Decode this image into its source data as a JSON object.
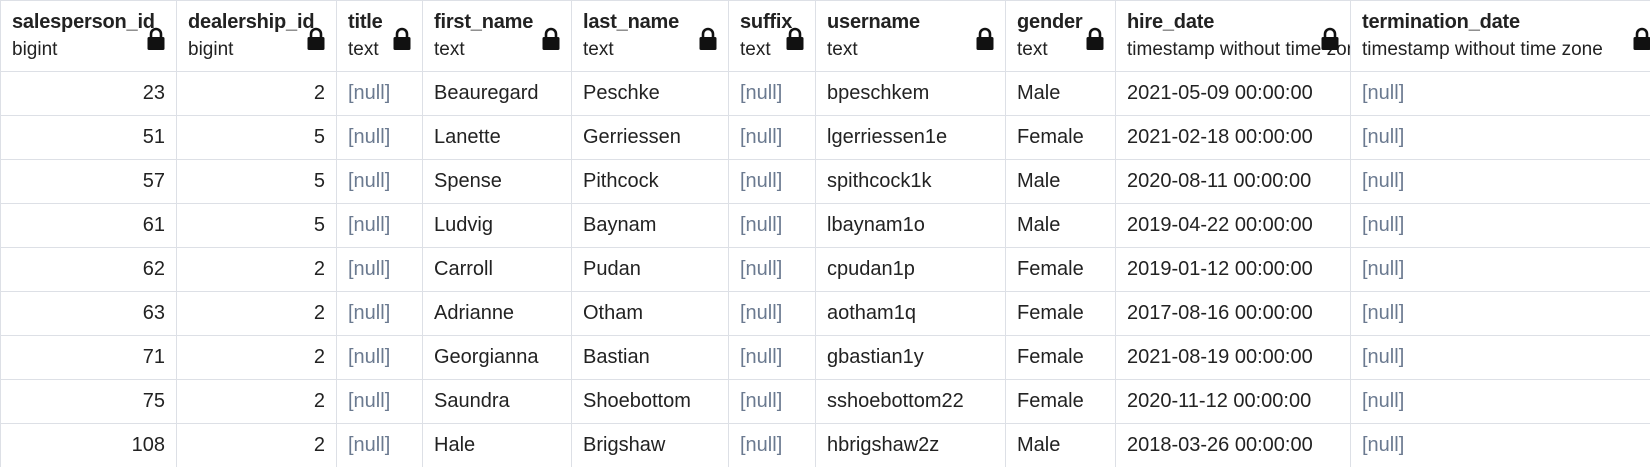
{
  "columns": [
    {
      "name": "salesperson_id",
      "type": "bigint",
      "align": "right"
    },
    {
      "name": "dealership_id",
      "type": "bigint",
      "align": "right"
    },
    {
      "name": "title",
      "type": "text",
      "align": "left"
    },
    {
      "name": "first_name",
      "type": "text",
      "align": "left"
    },
    {
      "name": "last_name",
      "type": "text",
      "align": "left"
    },
    {
      "name": "suffix",
      "type": "text",
      "align": "left"
    },
    {
      "name": "username",
      "type": "text",
      "align": "left"
    },
    {
      "name": "gender",
      "type": "text",
      "align": "left"
    },
    {
      "name": "hire_date",
      "type": "timestamp without time zone",
      "align": "left"
    },
    {
      "name": "termination_date",
      "type": "timestamp without time zone",
      "align": "left"
    }
  ],
  "rows": [
    [
      "23",
      "2",
      "[null]",
      "Beauregard",
      "Peschke",
      "[null]",
      "bpeschkem",
      "Male",
      "2021-05-09 00:00:00",
      "[null]"
    ],
    [
      "51",
      "5",
      "[null]",
      "Lanette",
      "Gerriessen",
      "[null]",
      "lgerriessen1e",
      "Female",
      "2021-02-18 00:00:00",
      "[null]"
    ],
    [
      "57",
      "5",
      "[null]",
      "Spense",
      "Pithcock",
      "[null]",
      "spithcock1k",
      "Male",
      "2020-08-11 00:00:00",
      "[null]"
    ],
    [
      "61",
      "5",
      "[null]",
      "Ludvig",
      "Baynam",
      "[null]",
      "lbaynam1o",
      "Male",
      "2019-04-22 00:00:00",
      "[null]"
    ],
    [
      "62",
      "2",
      "[null]",
      "Carroll",
      "Pudan",
      "[null]",
      "cpudan1p",
      "Female",
      "2019-01-12 00:00:00",
      "[null]"
    ],
    [
      "63",
      "2",
      "[null]",
      "Adrianne",
      "Otham",
      "[null]",
      "aotham1q",
      "Female",
      "2017-08-16 00:00:00",
      "[null]"
    ],
    [
      "71",
      "2",
      "[null]",
      "Georgianna",
      "Bastian",
      "[null]",
      "gbastian1y",
      "Female",
      "2021-08-19 00:00:00",
      "[null]"
    ],
    [
      "75",
      "2",
      "[null]",
      "Saundra",
      "Shoebottom",
      "[null]",
      "sshoebottom22",
      "Female",
      "2020-11-12 00:00:00",
      "[null]"
    ],
    [
      "108",
      "2",
      "[null]",
      "Hale",
      "Brigshaw",
      "[null]",
      "hbrigshaw2z",
      "Male",
      "2018-03-26 00:00:00",
      "[null]"
    ]
  ],
  "null_token": "[null]",
  "icons": {
    "column_lock": "lock-icon"
  },
  "colors": {
    "null_text": "#6b7a90",
    "grid_line": "#dde0e6"
  }
}
